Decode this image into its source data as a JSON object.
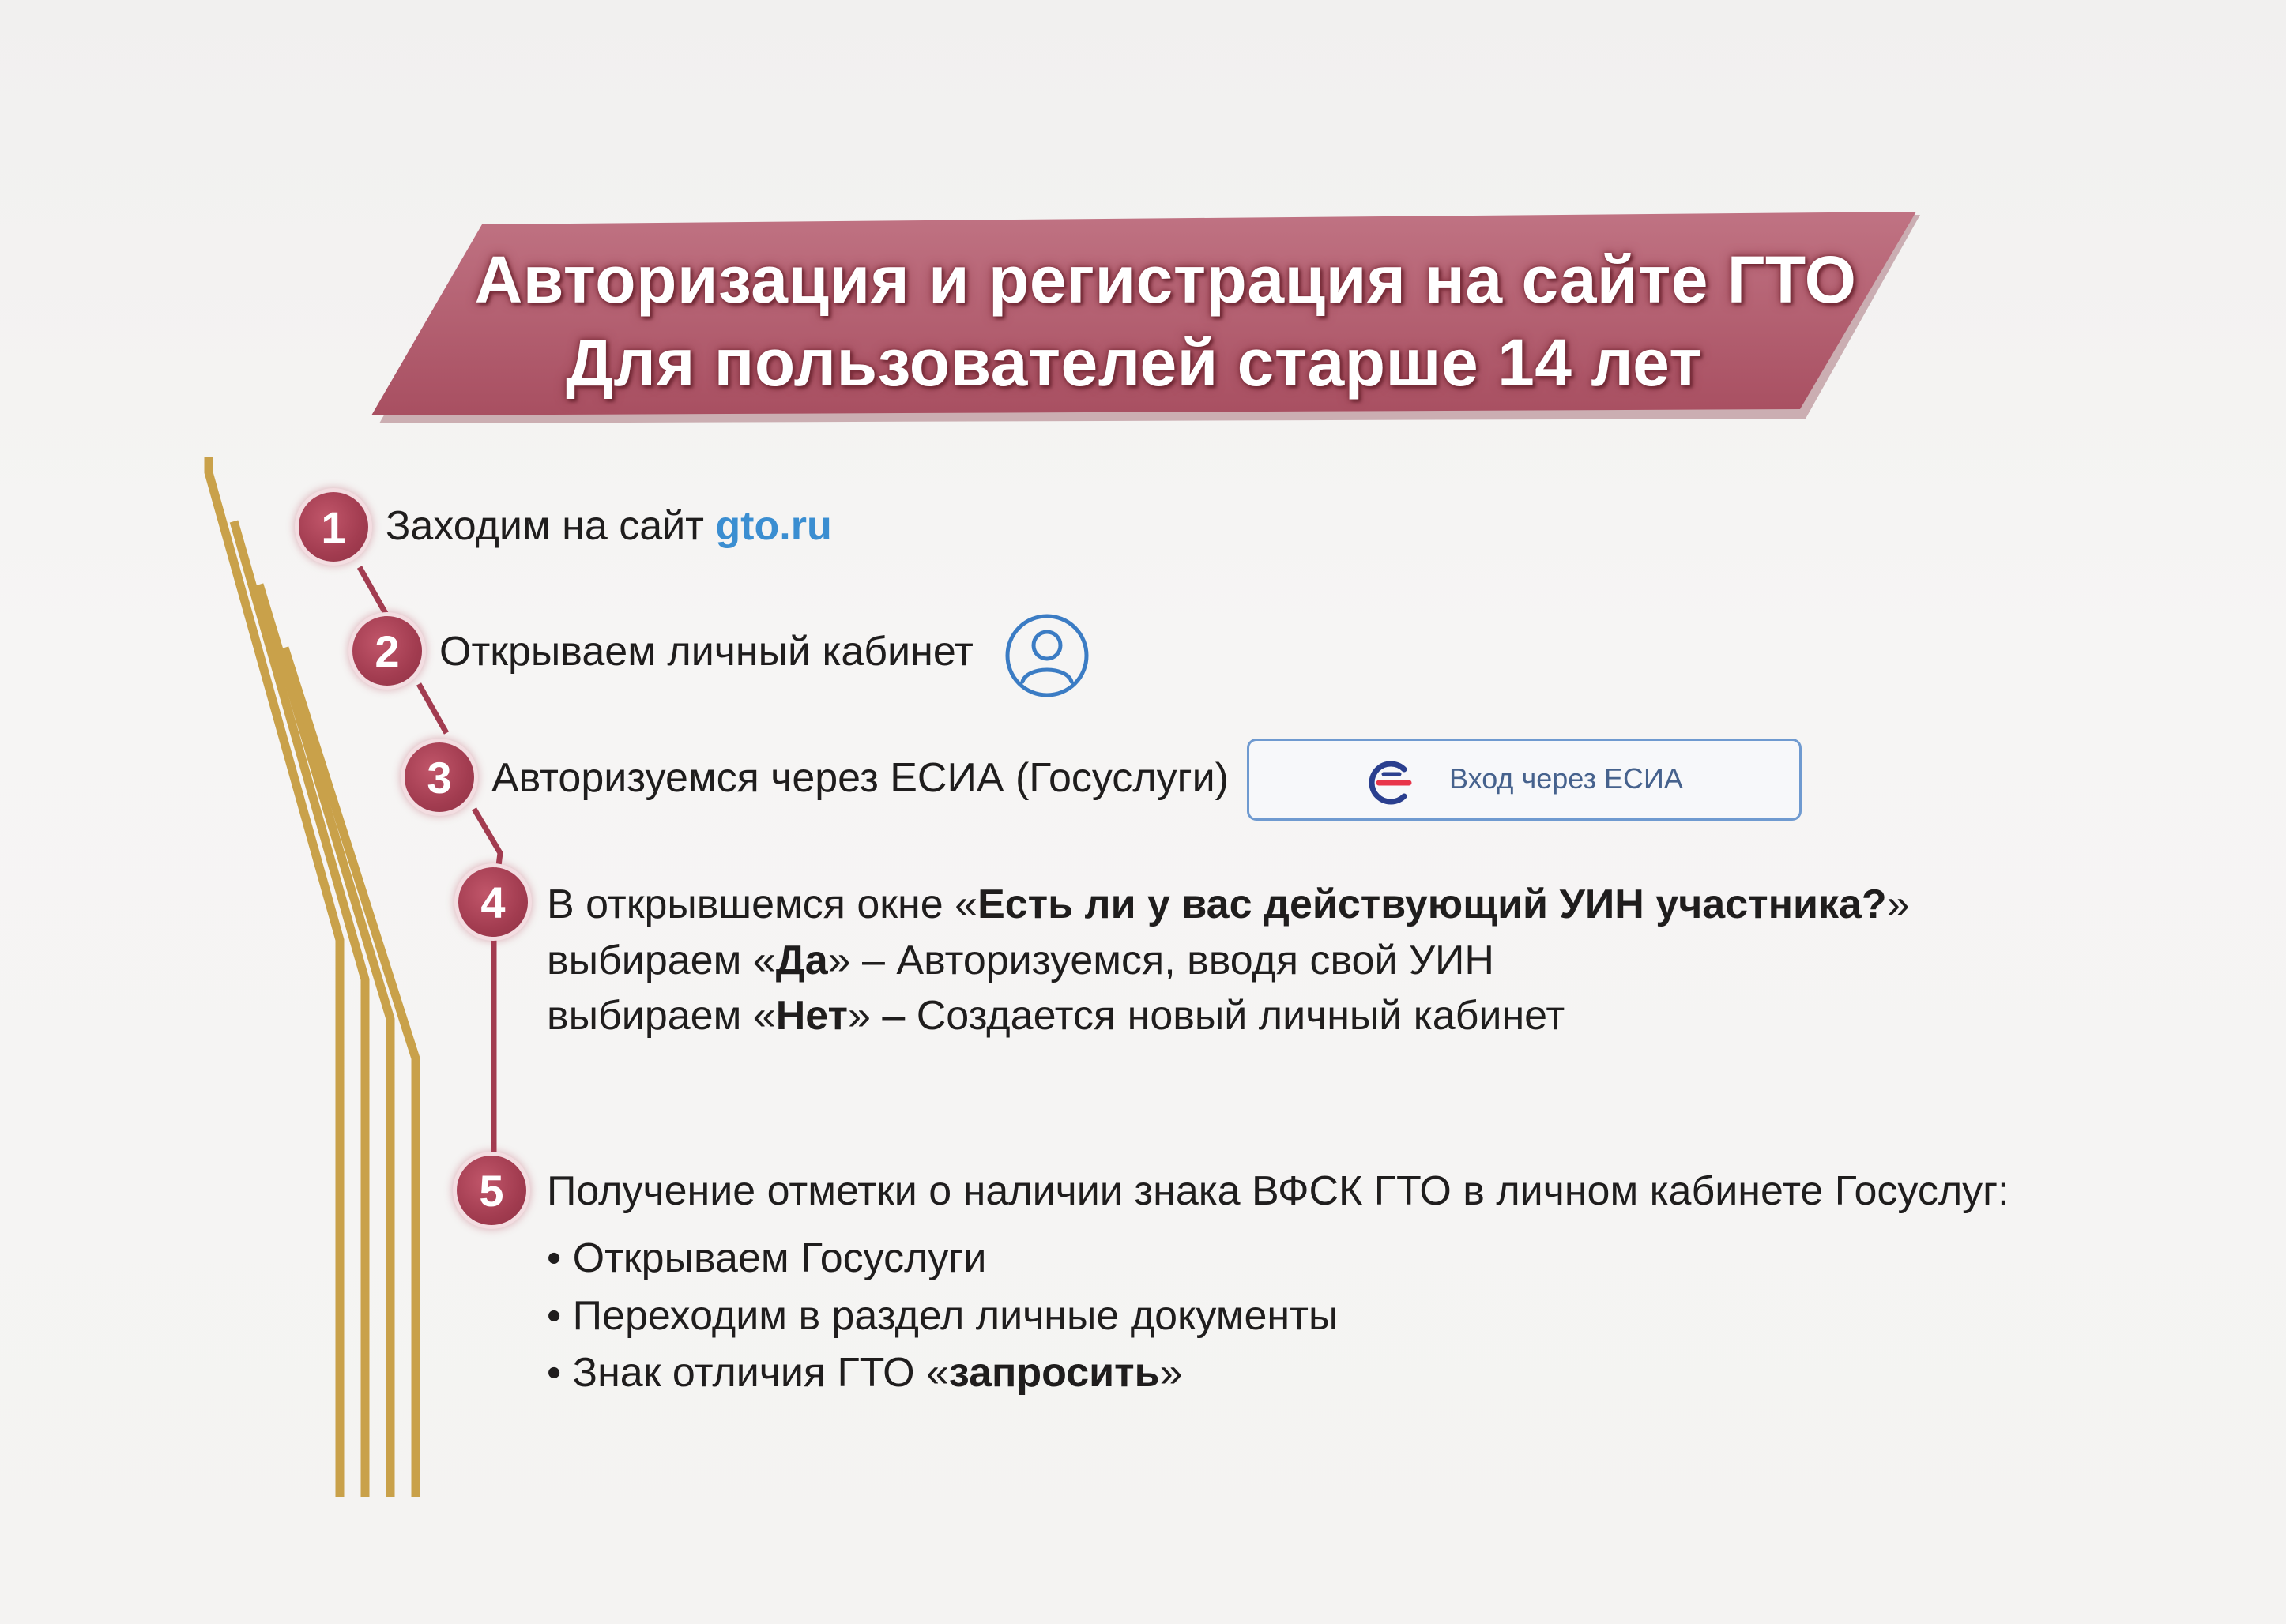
{
  "colors": {
    "banner": "#b25d6d",
    "badge": "#a23c50",
    "gold": "#c9a14a",
    "link": "#3b8ed1",
    "esia_border": "#6f9ad0"
  },
  "title": {
    "line1": "Авторизация и регистрация на сайте ГТО",
    "line2": "Для пользователей старше 14 лет"
  },
  "steps": [
    {
      "number": "1",
      "text": "Заходим на сайт ",
      "link": "gto.ru"
    },
    {
      "number": "2",
      "text": "Открываем личный кабинет",
      "icon": "user-profile-icon"
    },
    {
      "number": "3",
      "text": "Авторизуемся через ЕСИА (Госуслуги)"
    },
    {
      "number": "4",
      "line1_pre": "В открывшемся окне «",
      "line1_bold": "Есть ли у вас действующий УИН участника?",
      "line1_post": "»",
      "line2_pre": "выбираем «",
      "line2_bold": "Да",
      "line2_post": "» – Авторизуемся, вводя свой УИН",
      "line3_pre": "выбираем «",
      "line3_bold": "Нет",
      "line3_post": "» – Создается новый личный кабинет"
    },
    {
      "number": "5",
      "text": "Получение отметки о наличии знака ВФСК ГТО в личном кабинете Госуслуг:",
      "bullets": [
        {
          "text": "Открываем Госуслуги"
        },
        {
          "text": "Переходим в раздел личные документы"
        },
        {
          "pre": "Знак отличия ГТО «",
          "bold": "запросить",
          "post": "»"
        }
      ]
    }
  ],
  "esia_button": {
    "label": "Вход через ЕСИА",
    "icon": "esia-logo-icon"
  },
  "bullet_char": "•"
}
